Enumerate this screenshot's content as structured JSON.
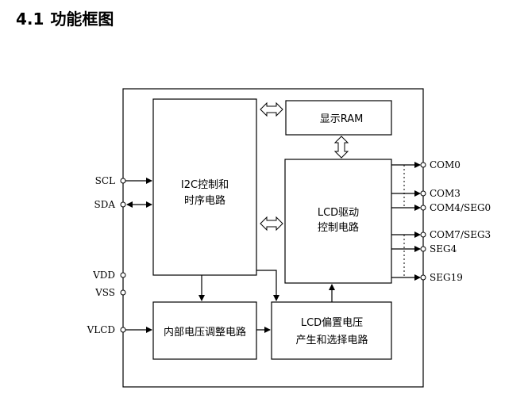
{
  "heading": {
    "number": "4.1",
    "title": "功能框图"
  },
  "blocks": {
    "i2c": [
      "I2C控制和",
      "时序电路"
    ],
    "ram": [
      "显示RAM"
    ],
    "lcd_driver": [
      "LCD驱动",
      "控制电路"
    ],
    "regulator": [
      "内部电压调整电路"
    ],
    "bias": [
      "LCD偏置电压",
      "产生和选择电路"
    ]
  },
  "pins_left": {
    "scl": "SCL",
    "sda": "SDA",
    "vdd": "VDD",
    "vss": "VSS",
    "vlcd": "VLCD"
  },
  "pins_right": {
    "com0": "COM0",
    "com3": "COM3",
    "com4_seg0": "COM4/SEG0",
    "com7_seg3": "COM7/SEG3",
    "seg4": "SEG4",
    "seg19": "SEG19"
  }
}
